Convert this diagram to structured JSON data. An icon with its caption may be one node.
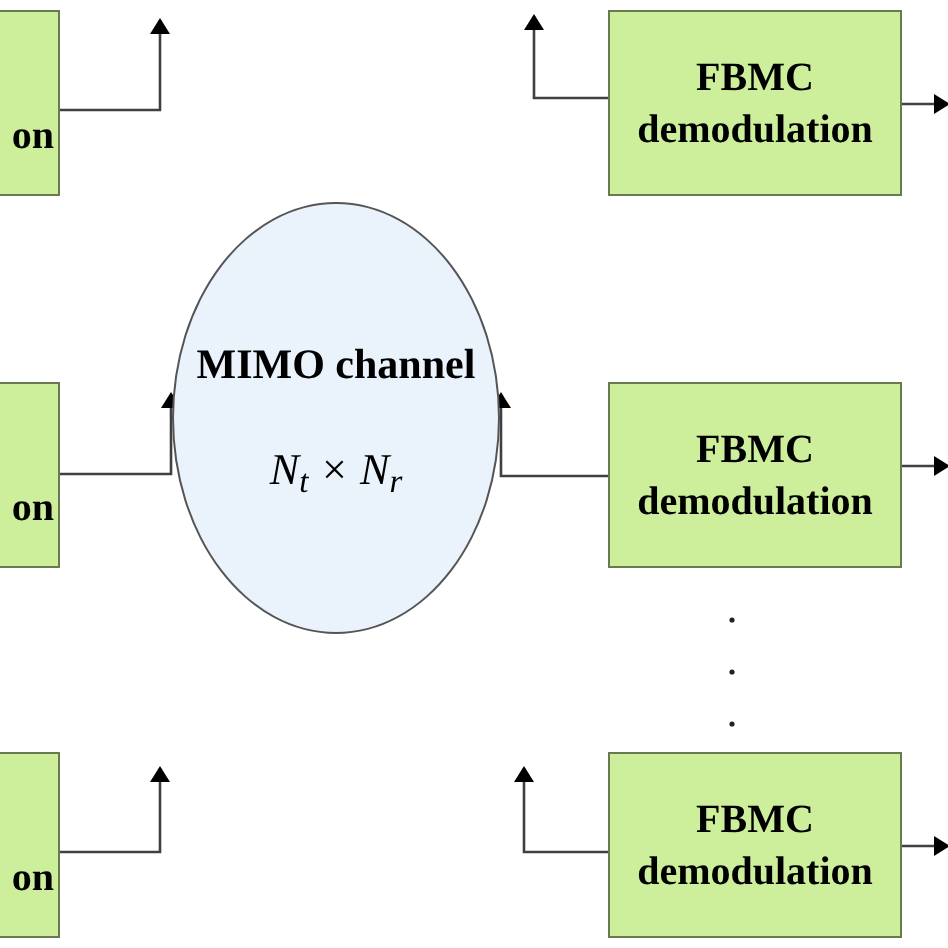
{
  "diagram": {
    "nodes": [
      {
        "text": [
          "on"
        ]
      },
      {
        "text": [
          "on"
        ]
      },
      {
        "text": [
          "on"
        ]
      },
      {
        "text": [
          "MIMO channel",
          "N$_{t}$ × N$_{r}$"
        ]
      },
      {
        "text": [
          "FBMC demodulation"
        ]
      },
      {
        "text": [
          "FBMC demodulation"
        ]
      },
      {
        "text": [
          "FBMC demodulation"
        ]
      }
    ],
    "edges": [
      {
        "from": 0,
        "to": null,
        "arrow": "to"
      },
      {
        "from": 1,
        "to": 3,
        "arrow": "to"
      },
      {
        "from": 2,
        "to": null,
        "arrow": "to"
      },
      {
        "from": 4,
        "to": null,
        "arrow": "to"
      },
      {
        "from": 4,
        "to": null,
        "arrow": "to"
      },
      {
        "from": 5,
        "to": 3,
        "arrow": "to"
      },
      {
        "from": 5,
        "to": null,
        "arrow": "to"
      },
      {
        "from": 6,
        "to": null,
        "arrow": "to"
      },
      {
        "from": 6,
        "to": null,
        "arrow": "to"
      }
    ]
  }
}
